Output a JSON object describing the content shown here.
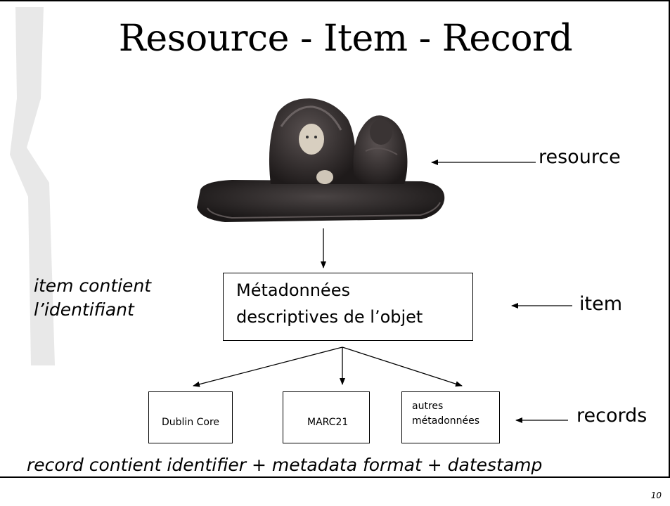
{
  "title": "Resource - Item - Record",
  "labels": {
    "resource": "resource",
    "item": "item",
    "records": "records"
  },
  "item_note": {
    "line1": "item contient",
    "line2": "l’identifiant"
  },
  "item_box": {
    "line1": "Métadonnées",
    "line2": "descriptives de l’objet"
  },
  "record_boxes": [
    {
      "lines": [
        "Dublin Core"
      ]
    },
    {
      "lines": [
        "MARC21"
      ]
    },
    {
      "lines": [
        "autres",
        "métadonnées"
      ]
    }
  ],
  "footer_note": "record contient identifier + metadata format + datestamp",
  "page_number": "10",
  "colors": {
    "stroke": "#000000",
    "bracket": "#e6e6e6",
    "sculpture": "#2a2626"
  }
}
